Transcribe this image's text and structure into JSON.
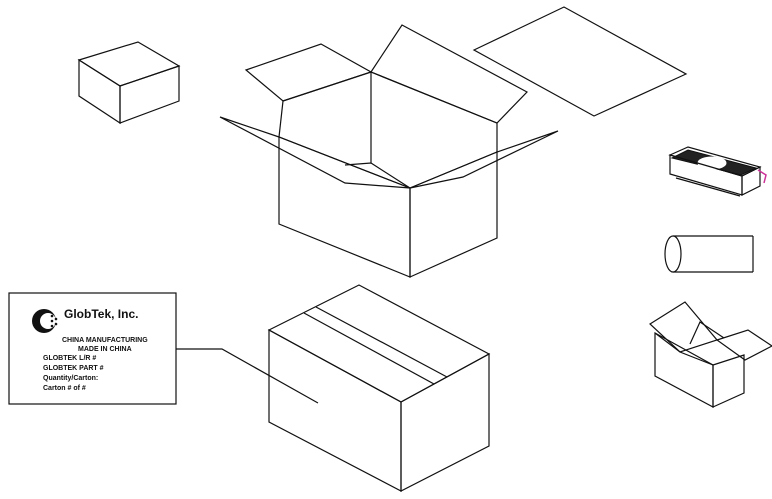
{
  "label": {
    "brand": "GlobTek, Inc.",
    "line1": "CHINA MANUFACTURING",
    "line2": "MADE IN CHINA",
    "line3": "GLOBTEK L/R #",
    "line4": "GLOBTEK PART #",
    "line5": "Quantity/Carton:",
    "line6": "Carton # of #"
  },
  "colors": {
    "line": "#111111",
    "accent": "#cc3399"
  },
  "icons": {
    "logo": "globtek-logo-icon"
  }
}
